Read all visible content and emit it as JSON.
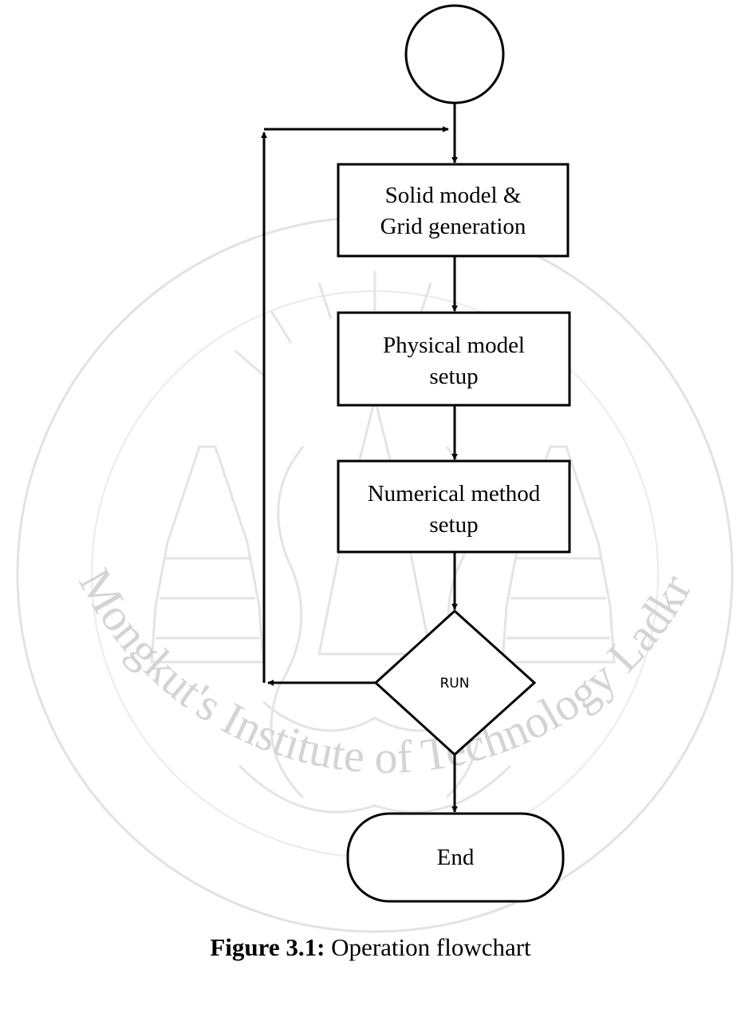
{
  "watermark": {
    "text": "King Mongkut's Institute of Technology Ladkrabang"
  },
  "flowchart": {
    "start": "",
    "steps": [
      {
        "lines": [
          "Solid model &",
          "Grid generation"
        ]
      },
      {
        "lines": [
          "Physical model",
          "setup"
        ]
      },
      {
        "lines": [
          "Numerical method",
          "setup"
        ]
      }
    ],
    "decision": "RUN",
    "end": "End"
  },
  "caption": {
    "label": "Figure 3.1:",
    "text": "Operation flowchart"
  }
}
